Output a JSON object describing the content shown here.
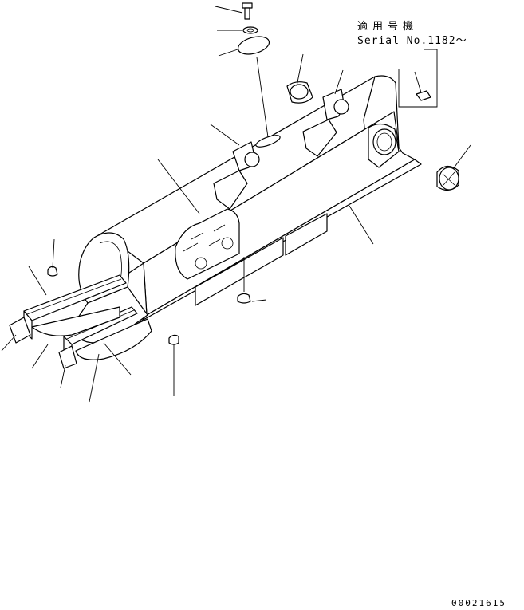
{
  "note": {
    "line1": "適用号機",
    "line2": "Serial No.1182～"
  },
  "document_number": "00021615"
}
